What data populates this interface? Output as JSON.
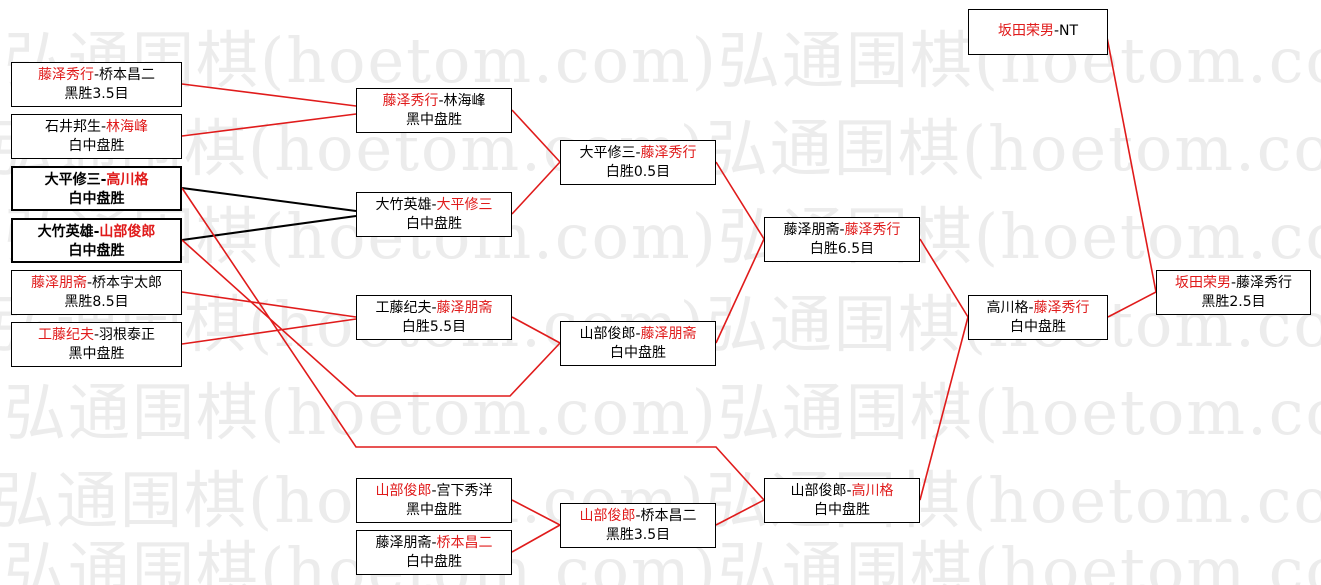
{
  "watermark": {
    "text": "弘通围棋(hoetom.com)弘通围棋(hoetom.com)",
    "color": "#ececec"
  },
  "colors": {
    "winner": "#e01b1b",
    "loser": "#000000",
    "line_default": "#e01b1b",
    "line_black": "#000000"
  },
  "games": [
    {
      "id": "g1",
      "p1": "藤泽秀行",
      "p2": "桥本昌二",
      "winner": 1,
      "result": "黑胜3.5目"
    },
    {
      "id": "g2",
      "p1": "石井邦生",
      "p2": "林海峰",
      "winner": 2,
      "result": "白中盘胜"
    },
    {
      "id": "g3",
      "p1": "大平修三",
      "p2": "高川格",
      "winner": 2,
      "result": "白中盘胜"
    },
    {
      "id": "g4",
      "p1": "大竹英雄",
      "p2": "山部俊郎",
      "winner": 2,
      "result": "白中盘胜"
    },
    {
      "id": "g5",
      "p1": "藤泽朋斋",
      "p2": "桥本宇太郎",
      "winner": 1,
      "result": "黑胜8.5目"
    },
    {
      "id": "g6",
      "p1": "工藤纪夫",
      "p2": "羽根泰正",
      "winner": 1,
      "result": "黑中盘胜"
    },
    {
      "id": "g7",
      "p1": "藤泽秀行",
      "p2": "林海峰",
      "winner": 1,
      "result": "黑中盘胜"
    },
    {
      "id": "g8",
      "p1": "大竹英雄",
      "p2": "大平修三",
      "winner": 2,
      "result": "白中盘胜"
    },
    {
      "id": "g9",
      "p1": "工藤纪夫",
      "p2": "藤泽朋斋",
      "winner": 2,
      "result": "白胜5.5目"
    },
    {
      "id": "g10",
      "p1": "山部俊郎",
      "p2": "宫下秀洋",
      "winner": 1,
      "result": "黑中盘胜"
    },
    {
      "id": "g11",
      "p1": "藤泽朋斋",
      "p2": "桥本昌二",
      "winner": 2,
      "result": "白中盘胜"
    },
    {
      "id": "g12",
      "p1": "大平修三",
      "p2": "藤泽秀行",
      "winner": 2,
      "result": "白胜0.5目"
    },
    {
      "id": "g13",
      "p1": "山部俊郎",
      "p2": "藤泽朋斋",
      "winner": 2,
      "result": "白中盘胜"
    },
    {
      "id": "g14",
      "p1": "山部俊郎",
      "p2": "桥本昌二",
      "winner": 1,
      "result": "黑胜3.5目"
    },
    {
      "id": "g15",
      "p1": "藤泽朋斋",
      "p2": "藤泽秀行",
      "winner": 2,
      "result": "白胜6.5目"
    },
    {
      "id": "g16",
      "p1": "山部俊郎",
      "p2": "高川格",
      "winner": 2,
      "result": "白中盘胜"
    },
    {
      "id": "g17",
      "p1": "高川格",
      "p2": "藤泽秀行",
      "winner": 2,
      "result": "白中盘胜"
    },
    {
      "id": "g18",
      "p1": "坂田荣男",
      "p2": "NT",
      "winner": 1,
      "result": ""
    },
    {
      "id": "g19",
      "p1": "坂田荣男",
      "p2": "藤泽秀行",
      "winner": 1,
      "result": "黑胜2.5目"
    }
  ]
}
